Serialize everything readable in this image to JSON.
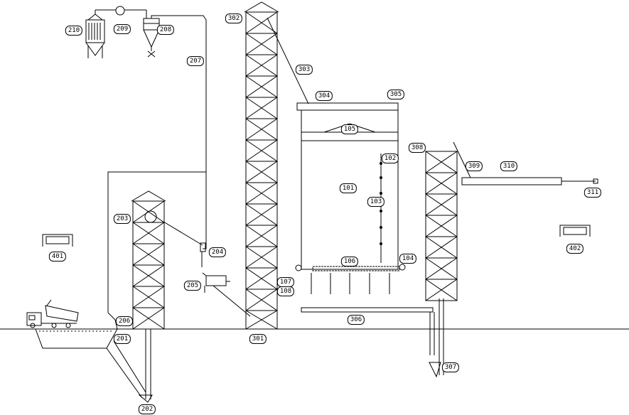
{
  "labels": {
    "l101": "101",
    "l102": "102",
    "l103": "103",
    "l104": "104",
    "l105": "105",
    "l106": "106",
    "l107": "107",
    "l108": "108",
    "l201": "201",
    "l202": "202",
    "l203": "203",
    "l204": "204",
    "l205": "205",
    "l206": "206",
    "l207": "207",
    "l208": "208",
    "l209": "209",
    "l210": "210",
    "l301": "301",
    "l302": "302",
    "l303": "303",
    "l304": "304",
    "l305": "305",
    "l306": "306",
    "l307": "307",
    "l308": "308",
    "l309": "309",
    "l310": "310",
    "l311": "311",
    "l401": "401",
    "l402": "402"
  }
}
